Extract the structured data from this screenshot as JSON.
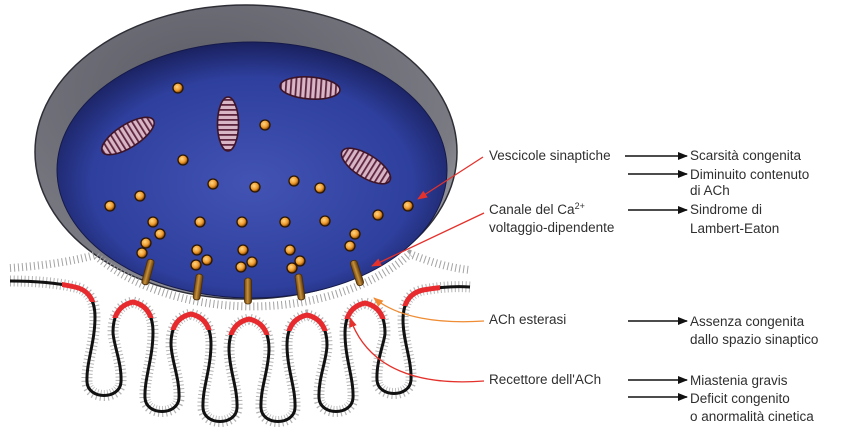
{
  "colors": {
    "terminal_center": "#4253b4",
    "terminal": "#2e3f9d",
    "terminal_edge": "#1a215f",
    "rim": "#7a7a83",
    "vesicle": "#ee9a2c",
    "channel": "#c8913a",
    "membrane": "#111111",
    "receptor": "#e62a2e",
    "pointer": "#e4312b",
    "esterase_pointer": "#ef8c34"
  },
  "structures": {
    "vesicles": {
      "label": "Vescicole sinaptiche",
      "conditions": [
        {
          "lines": [
            "Scarsità congenita"
          ]
        },
        {
          "lines": [
            "Diminuito contenuto",
            "di ACh"
          ]
        }
      ]
    },
    "calcium_channel": {
      "label_lines": [
        "Canale del Ca",
        "voltaggio-dipendente"
      ],
      "label_superscript": "2+",
      "conditions": [
        {
          "lines": [
            "Sindrome di",
            "Lambert-Eaton"
          ]
        }
      ]
    },
    "ach_esterase": {
      "label": "ACh esterasi",
      "conditions": [
        {
          "lines": [
            "Assenza congenita",
            "dallo spazio sinaptico"
          ]
        }
      ]
    },
    "ach_receptor": {
      "label": "Recettore dell'ACh",
      "conditions": [
        {
          "lines": [
            "Miastenia gravis"
          ]
        },
        {
          "lines": [
            "Deficit congenito",
            "o anormalità cinetica"
          ]
        }
      ]
    }
  }
}
